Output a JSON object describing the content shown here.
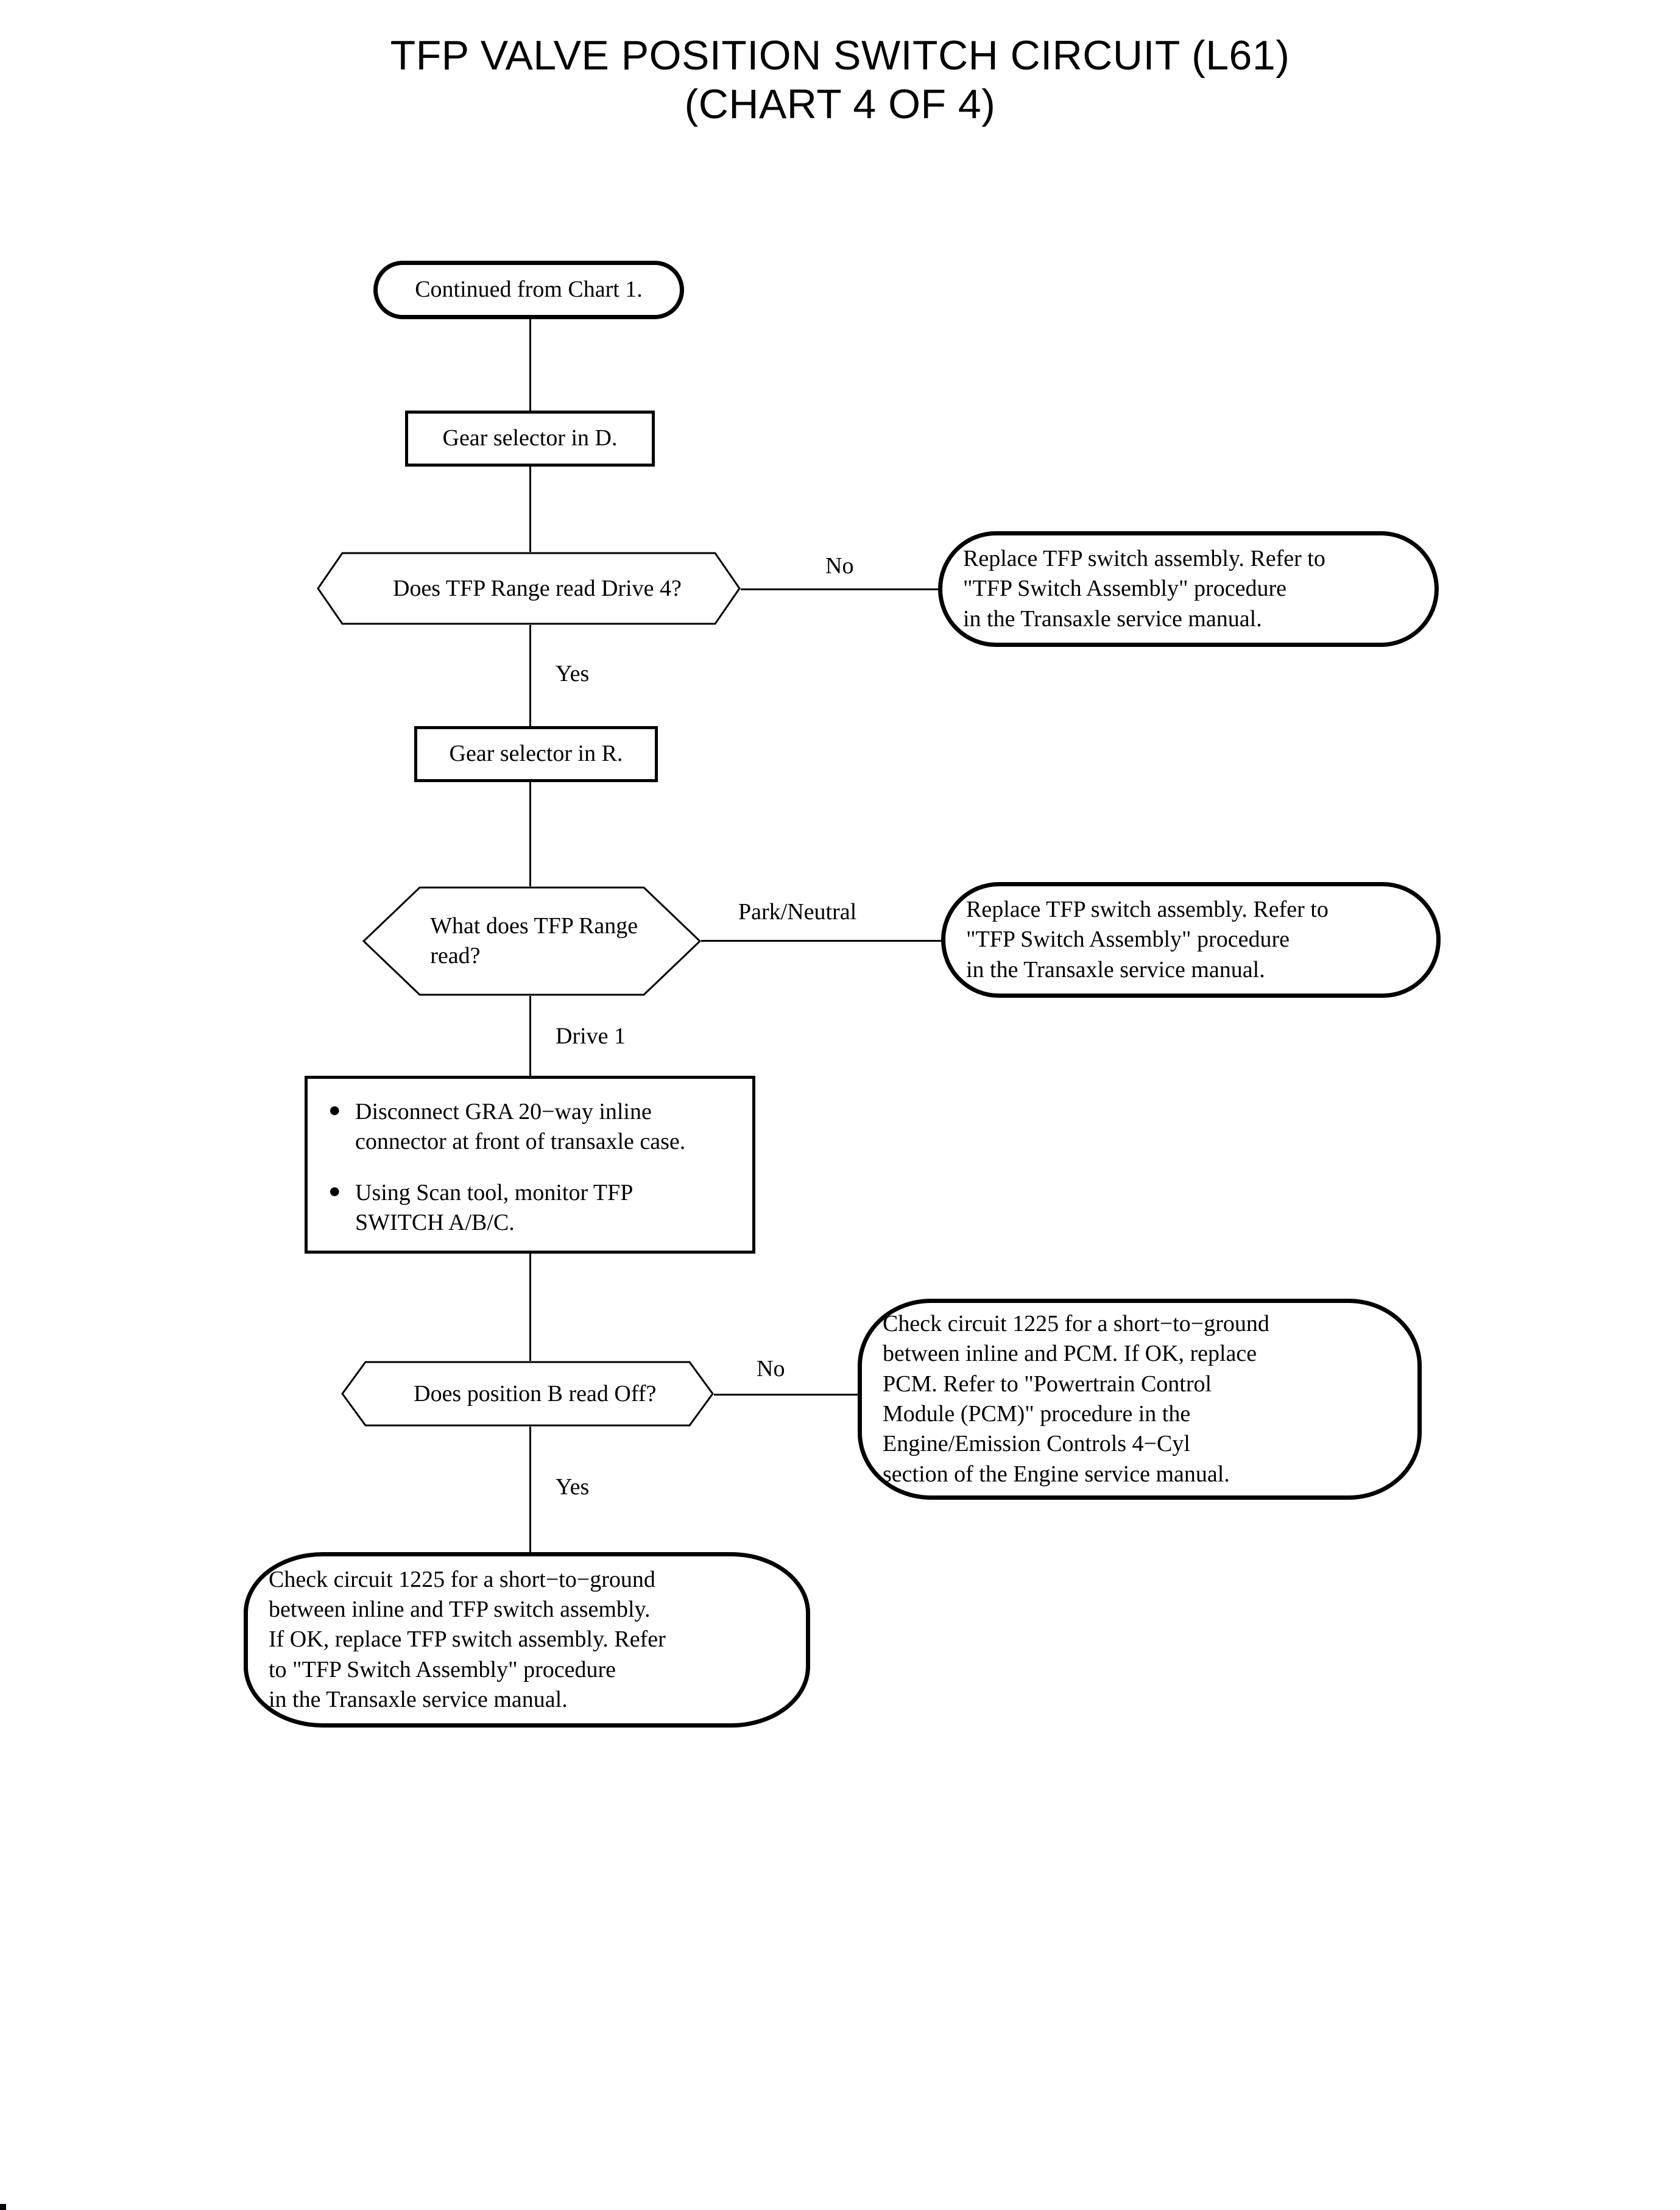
{
  "document": {
    "title_line_1": "TFP VALVE POSITION SWITCH CIRCUIT (L61)",
    "title_line_2": "(CHART 4 OF 4)"
  },
  "chart_data": {
    "type": "flowchart",
    "title": "TFP VALVE POSITION SWITCH CIRCUIT (L61) (CHART 4 OF 4)",
    "orientation": "top-to-bottom",
    "nodes": [
      {
        "id": "n1",
        "shape": "terminator",
        "text": "Continued from Chart 1."
      },
      {
        "id": "n2",
        "shape": "process",
        "text": "Gear selector in D."
      },
      {
        "id": "n3",
        "shape": "decision",
        "text": "Does TFP Range read Drive 4?"
      },
      {
        "id": "n4",
        "shape": "terminator",
        "text": "Replace TFP switch assembly. Refer to\n\"TFP Switch Assembly\" procedure\nin the Transaxle service manual."
      },
      {
        "id": "n5",
        "shape": "process",
        "text": "Gear selector in R."
      },
      {
        "id": "n6",
        "shape": "decision",
        "text": "What does TFP Range\nread?"
      },
      {
        "id": "n7",
        "shape": "terminator",
        "text": "Replace TFP switch assembly. Refer to\n\"TFP Switch Assembly\" procedure\nin the Transaxle service manual."
      },
      {
        "id": "n8",
        "shape": "process-bulleted",
        "bullets": [
          "Disconnect GRA 20−way inline\nconnector at front of transaxle case.",
          "Using Scan tool, monitor TFP\nSWITCH A/B/C."
        ]
      },
      {
        "id": "n9",
        "shape": "decision",
        "text": "Does position B read Off?"
      },
      {
        "id": "n10",
        "shape": "terminator",
        "text": "Check circuit 1225 for a short−to−ground\nbetween inline and PCM. If OK, replace\nPCM. Refer to \"Powertrain Control\nModule (PCM)\" procedure in the\nEngine/Emission Controls 4−Cyl\nsection of the Engine service manual."
      },
      {
        "id": "n11",
        "shape": "terminator",
        "text": "Check circuit 1225 for a short−to−ground\nbetween inline and TFP switch assembly.\nIf OK, replace TFP switch assembly. Refer\nto \"TFP Switch Assembly\" procedure\nin the Transaxle service manual."
      }
    ],
    "edges": [
      {
        "from": "n1",
        "to": "n2",
        "label": ""
      },
      {
        "from": "n2",
        "to": "n3",
        "label": ""
      },
      {
        "from": "n3",
        "to": "n4",
        "label": "No"
      },
      {
        "from": "n3",
        "to": "n5",
        "label": "Yes"
      },
      {
        "from": "n5",
        "to": "n6",
        "label": ""
      },
      {
        "from": "n6",
        "to": "n7",
        "label": "Park/Neutral"
      },
      {
        "from": "n6",
        "to": "n8",
        "label": "Drive 1"
      },
      {
        "from": "n8",
        "to": "n9",
        "label": ""
      },
      {
        "from": "n9",
        "to": "n10",
        "label": "No"
      },
      {
        "from": "n9",
        "to": "n11",
        "label": "Yes"
      }
    ]
  },
  "nodes": {
    "continued_from_chart": "Continued from Chart 1.",
    "gear_selector_d": "Gear selector in D.",
    "decision_drive4": "Does TFP Range read Drive 4?",
    "replace_switch_1": "Replace TFP switch assembly. Refer to\n\"TFP Switch Assembly\" procedure\nin the Transaxle service manual.",
    "gear_selector_r": "Gear selector in R.",
    "decision_range_read": "What does TFP Range\nread?",
    "replace_switch_2": "Replace TFP switch assembly. Refer to\n\"TFP Switch Assembly\" procedure\nin the Transaxle service manual.",
    "bullet_1": "Disconnect GRA 20−way inline\nconnector at front of transaxle case.",
    "bullet_2": "Using Scan tool, monitor TFP\nSWITCH A/B/C.",
    "bullet_marker": "●",
    "decision_position_b": "Does position B read Off?",
    "check_circuit_pcm": "Check circuit 1225 for a short−to−ground\nbetween inline and PCM. If OK, replace\nPCM. Refer to \"Powertrain Control\nModule (PCM)\" procedure in the\nEngine/Emission Controls 4−Cyl\nsection of the Engine service manual.",
    "check_circuit_tfp": "Check circuit 1225 for a short−to−ground\nbetween inline and TFP switch assembly.\nIf OK, replace TFP switch assembly. Refer\nto \"TFP Switch Assembly\" procedure\nin the Transaxle service manual."
  },
  "edge_labels": {
    "no_1": "No",
    "yes_1": "Yes",
    "park_neutral": "Park/Neutral",
    "drive_1": "Drive 1",
    "no_2": "No",
    "yes_2": "Yes"
  },
  "colors": {
    "ink": "#000000",
    "paper": "#ffffff"
  }
}
